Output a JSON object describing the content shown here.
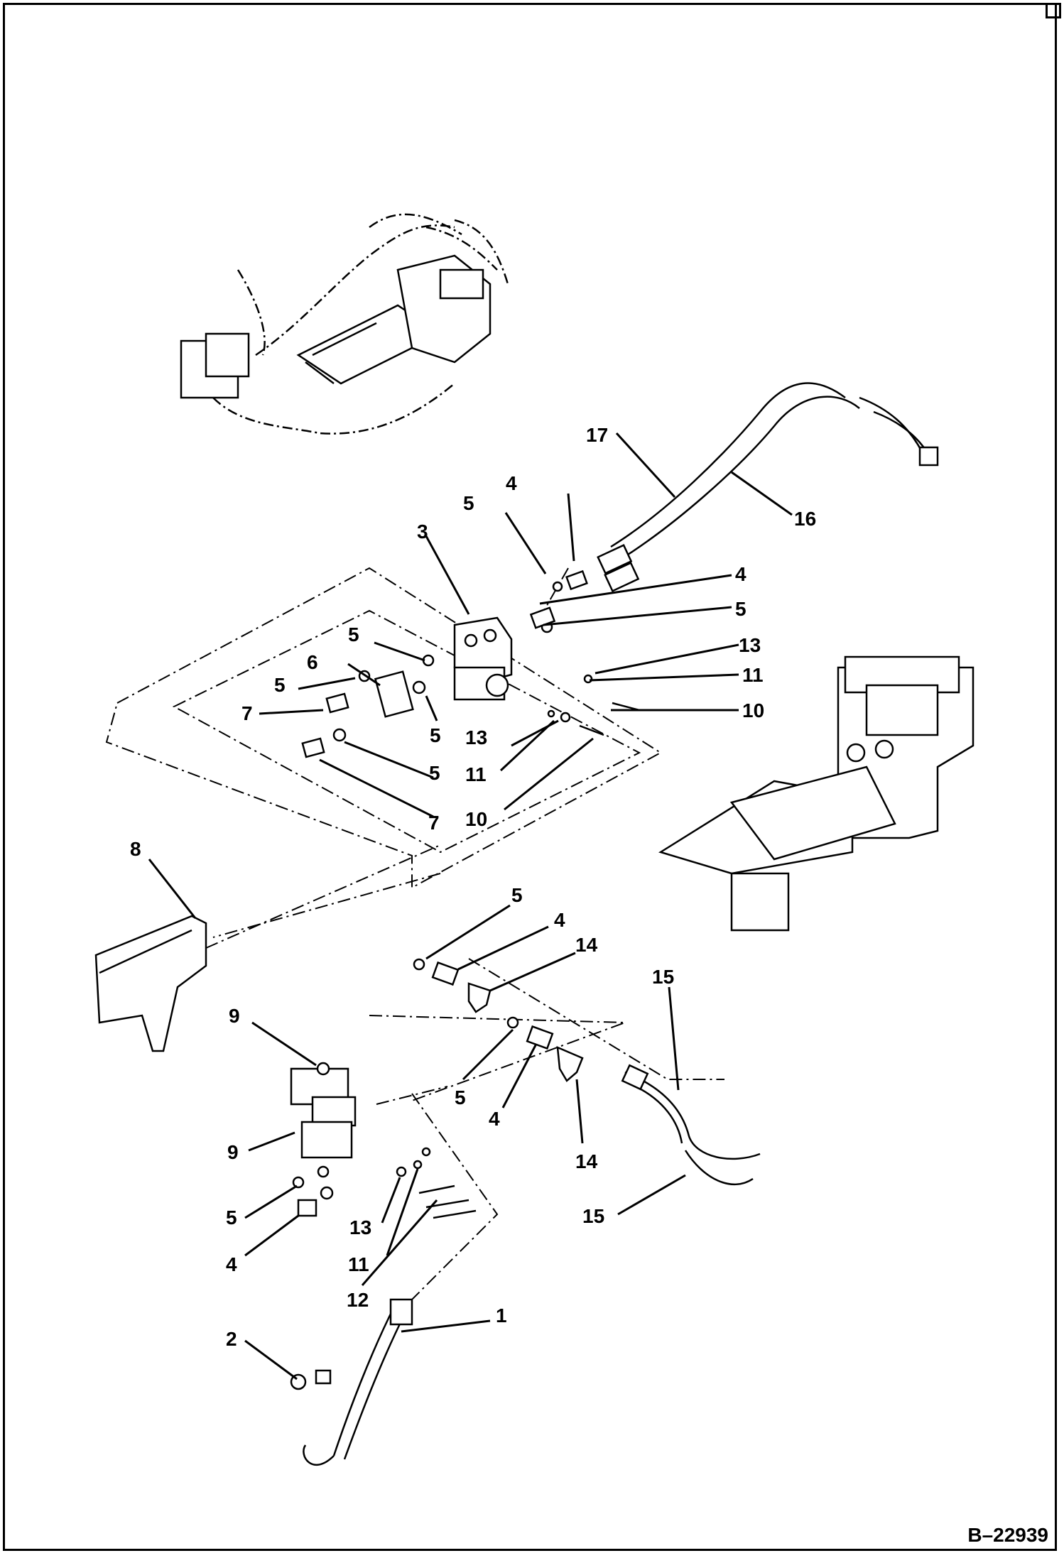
{
  "drawing_number": "B–22939",
  "callouts": {
    "c1": "1",
    "c2": "2",
    "c3": "3",
    "c4a": "4",
    "c4b": "4",
    "c4c": "4",
    "c4d": "4",
    "c4e": "4",
    "c5a": "5",
    "c5b": "5",
    "c5c": "5",
    "c5d": "5",
    "c5e": "5",
    "c5f": "5",
    "c5g": "5",
    "c5h": "5",
    "c5i": "5",
    "c6": "6",
    "c7a": "7",
    "c7b": "7",
    "c8": "8",
    "c9a": "9",
    "c9b": "9",
    "c10a": "10",
    "c10b": "10",
    "c11a": "11",
    "c11b": "11",
    "c11c": "11",
    "c12": "12",
    "c13a": "13",
    "c13b": "13",
    "c13c": "13",
    "c14a": "14",
    "c14b": "14",
    "c15a": "15",
    "c15b": "15",
    "c16": "16",
    "c17": "17"
  }
}
